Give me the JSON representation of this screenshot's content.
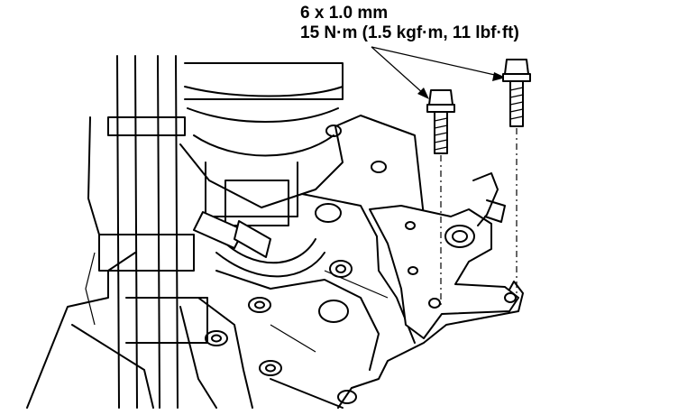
{
  "callout": {
    "thread_spec": "6 x 1.0 mm",
    "torque_spec": "15 N·m (1.5 kgf·m, 11 lbf·ft)"
  },
  "parts": {
    "bolts": [
      "flange-bolt-left",
      "flange-bolt-right"
    ],
    "bracket": "detent-lever-bracket",
    "housing": "transmission-housing",
    "shafts": "shift-shafts"
  },
  "colors": {
    "line": "#000000",
    "background": "#ffffff"
  }
}
